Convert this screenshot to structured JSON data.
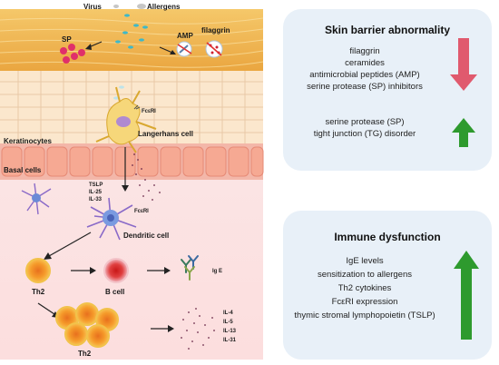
{
  "diagram": {
    "labels": {
      "virus": "Virus",
      "allergens": "Allergens",
      "sp": "SP",
      "amp": "AMP",
      "filaggrin": "filaggrin",
      "fceri_top": "FcεRI",
      "langerhans": "Langerhans cell",
      "keratinocytes": "Keratinocytes",
      "basal": "Basal cells",
      "tslp": "TSLP",
      "il25": "IL-25",
      "il33": "IL-33",
      "fceri_dc": "FcεRI",
      "dendritic": "Dendritic cell",
      "th2_a": "Th2",
      "bcell": "B cell",
      "ige": "Ig E",
      "th2_b": "Th2",
      "il4": "IL-4",
      "il5": "IL-5",
      "il13": "IL-13",
      "il31": "IL-31"
    }
  },
  "panels": {
    "skin": {
      "title": "Skin barrier abnormality",
      "decreased": [
        "filaggrin",
        "ceramides",
        "antimicrobial peptides (AMP)",
        "serine protease (SP) inhibitors"
      ],
      "increased": [
        "serine protease (SP)",
        "tight junction (TG) disorder"
      ]
    },
    "immune": {
      "title": "Immune dysfunction",
      "increased": [
        "IgE levels",
        "sensitization to allergens",
        "Th2 cytokines",
        "FcεRI expression",
        "thymic stromal lymphopoietin (TSLP)"
      ]
    }
  },
  "colors": {
    "down_arrow": "#e05a6e",
    "up_arrow": "#2e9a2e",
    "panel_bg": "#e8f0f8"
  }
}
